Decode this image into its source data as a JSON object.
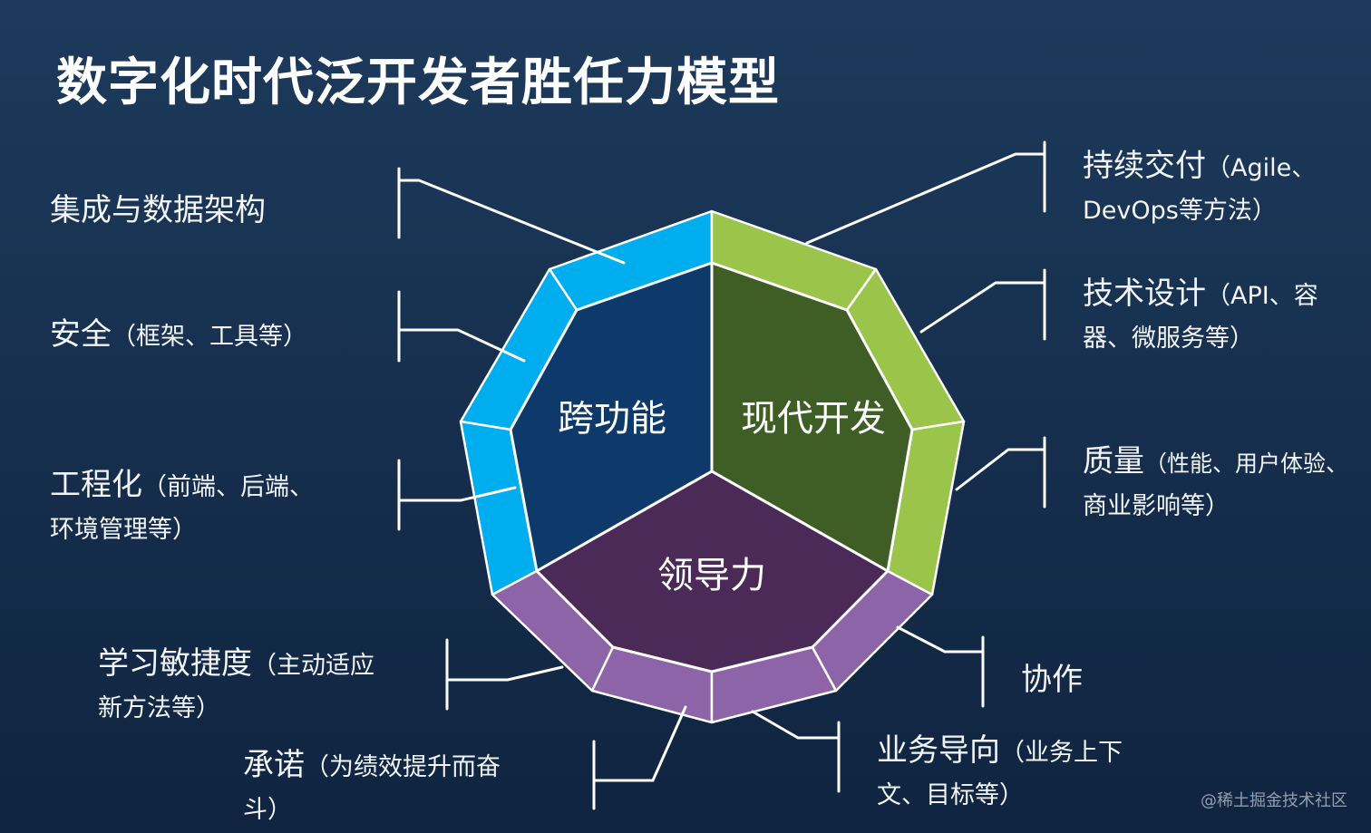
{
  "title": "数字化时代泛开发者胜任力模型",
  "center": {
    "cross_functional": "跨功能",
    "modern_dev": "现代开发",
    "leadership": "领导力"
  },
  "colors": {
    "cross_functional_ring": "#00aeef",
    "cross_functional_inner": "#0e3a6b",
    "modern_dev_ring": "#9bc54a",
    "modern_dev_inner": "#3f5e26",
    "leadership_ring": "#8e64a8",
    "leadership_inner": "#4b2a58"
  },
  "left_labels": [
    {
      "main": "集成与数据架构",
      "detail": "",
      "line2": ""
    },
    {
      "main": "安全",
      "detail": "（框架、工具等）",
      "line2": ""
    },
    {
      "main": "工程化",
      "detail": "（前端、后端、",
      "line2": "环境管理等）"
    }
  ],
  "right_labels": [
    {
      "main": "持续交付",
      "detail": "（Agile、",
      "line2": "DevOps等方法）"
    },
    {
      "main": "技术设计",
      "detail": "（API、容",
      "line2": "器、微服务等）"
    },
    {
      "main": "质量",
      "detail": "（性能、用户体验、",
      "line2": "商业影响等）"
    }
  ],
  "bottom_labels": {
    "learning": {
      "main": "学习敏捷度",
      "detail": "（主动适应",
      "line2": "新方法等）"
    },
    "commitment": {
      "main": "承诺",
      "detail": "（为绩效提升而奋",
      "line2": "斗）"
    },
    "collaboration": {
      "main": "协作"
    },
    "business": {
      "main": "业务导向",
      "detail": "（业务上下",
      "line2": "文、目标等）"
    }
  },
  "watermark": "@稀土掘金技术社区"
}
